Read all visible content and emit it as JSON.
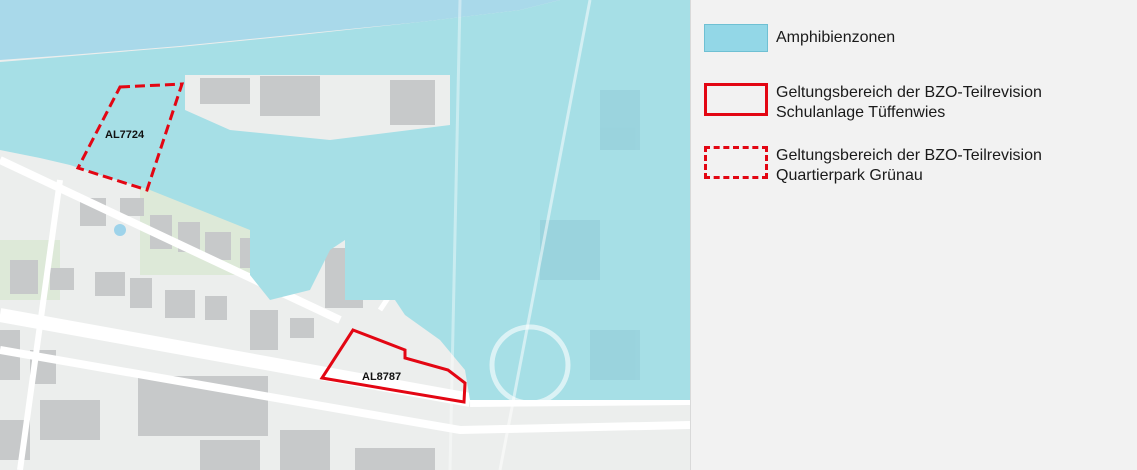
{
  "map": {
    "parcels": [
      {
        "id": "AL7724",
        "boundary": "dashed"
      },
      {
        "id": "AL8787",
        "boundary": "solid"
      }
    ],
    "colors": {
      "water_zone": "#a6dfe6",
      "boundary": "#e30613",
      "road": "#ffffff",
      "building": "#c9cbcc",
      "green": "#cfe5c9"
    }
  },
  "legend": {
    "items": [
      {
        "symbol": "fill",
        "lines": [
          "Amphibienzonen"
        ]
      },
      {
        "symbol": "solid-outline",
        "lines": [
          "Geltungsbereich der BZO-Teilrevision",
          "Schulanlage Tüffenwies"
        ]
      },
      {
        "symbol": "dashed-outline",
        "lines": [
          "Geltungsbereich der BZO-Teilrevision",
          "Quartierpark Grünau"
        ]
      }
    ]
  }
}
